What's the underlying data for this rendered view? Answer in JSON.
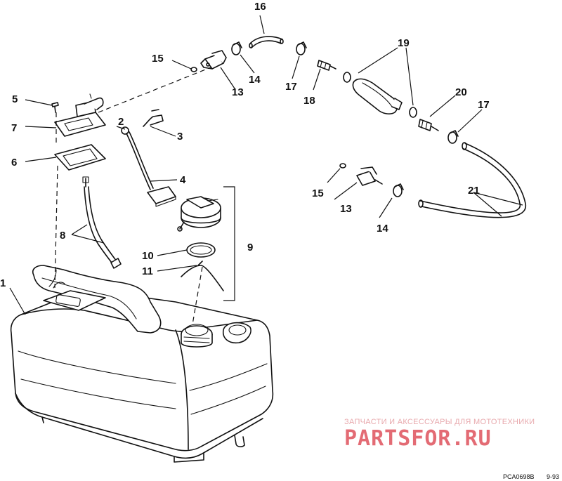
{
  "callouts": {
    "c1": "1",
    "c2": "2",
    "c3": "3",
    "c4": "4",
    "c5": "5",
    "c6": "6",
    "c7": "7",
    "c8": "8",
    "c9": "9",
    "c10": "10",
    "c11": "11",
    "c12": "13",
    "c13": "14",
    "c14": "15",
    "c15": "16",
    "c16": "17",
    "c17": "18",
    "c18": "19",
    "c19": "20",
    "c20": "17",
    "c21": "15",
    "c22": "13",
    "c23": "14",
    "c24": "21"
  },
  "watermark": {
    "tagline": "ЗАПЧАСТИ И АКСЕССУАРЫ ДЛЯ МОТОТЕХНИКИ",
    "brand": "PARTSFOR.RU"
  },
  "figure_code": {
    "id": "PCA0698B",
    "date": "9-93"
  }
}
